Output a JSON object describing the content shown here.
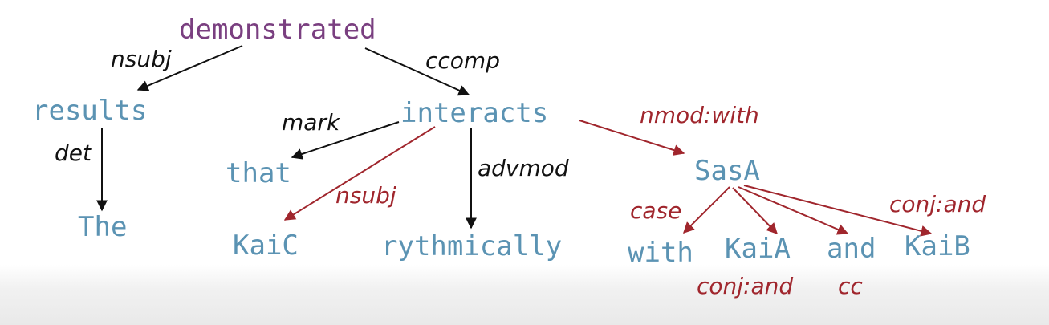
{
  "colors": {
    "root_word": "#7a3f80",
    "word": "#5b93b3",
    "basic_relation": "#111111",
    "enhanced_relation": "#a0262d"
  },
  "words": {
    "demonstrated": "demonstrated",
    "results": "results",
    "The": "The",
    "interacts": "interacts",
    "that": "that",
    "KaiC": "KaiC",
    "rythmically": "rythmically",
    "SasA": "SasA",
    "with": "with",
    "KaiA": "KaiA",
    "and": "and",
    "KaiB": "KaiB"
  },
  "relations": {
    "nsubj_demonstrated_results": "nsubj",
    "ccomp_demonstrated_interacts": "ccomp",
    "det_results_The": "det",
    "mark_interacts_that": "mark",
    "nsubj_interacts_KaiC": "nsubj",
    "advmod_interacts_rythmically": "advmod",
    "nmod_with_interacts_SasA": "nmod:with",
    "case_SasA_with": "case",
    "conj_and_SasA_KaiA": "conj:and",
    "cc_SasA_and": "cc",
    "conj_and_SasA_KaiB": "conj:and"
  }
}
